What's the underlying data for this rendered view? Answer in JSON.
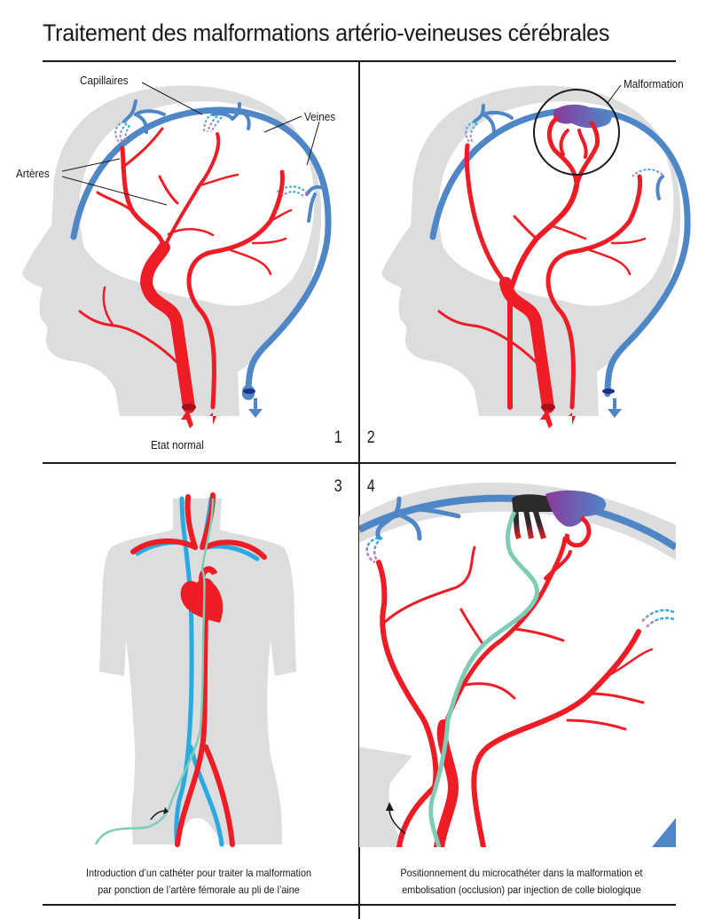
{
  "title": "Traitement des malformations artério-veineuses cérébrales",
  "colors": {
    "artery": "#ee1c25",
    "vein": "#4f86c6",
    "vein_light": "#29abe2",
    "head_gray": "#dcdddf",
    "catheter": "#7fcbb5",
    "malformation": "#8a3a9c",
    "glue": "#2b2b2b"
  },
  "panels": [
    {
      "number": "1",
      "caption": "Etat normal",
      "labels": {
        "capillaires": "Capillaires",
        "veines": "Veines",
        "arteres": "Artères"
      },
      "icons": [
        "head-silhouette",
        "artery-tree",
        "vein-sinus",
        "flow-arrow-up",
        "flow-arrow-down"
      ]
    },
    {
      "number": "2",
      "caption": "",
      "labels": {
        "malformation": "Malformation"
      },
      "icons": [
        "head-silhouette",
        "artery-tree",
        "malformation-nidus",
        "highlight-circle"
      ]
    },
    {
      "number": "3",
      "caption_line1": "Introduction d’un cathéter pour traiter la malformation",
      "caption_line2": "par ponction de l’artère fémorale au pli de l’aine",
      "icons": [
        "torso-silhouette",
        "heart",
        "aorta",
        "vena-cava",
        "catheter",
        "insertion-arrow"
      ]
    },
    {
      "number": "4",
      "caption_line1": "Positionnement du microcathéter dans la malformation et",
      "caption_line2": "embolisation (occlusion) par injection de colle biologique",
      "icons": [
        "brain-closeup",
        "microcatheter",
        "embolized-nidus",
        "insertion-arrow"
      ]
    }
  ]
}
